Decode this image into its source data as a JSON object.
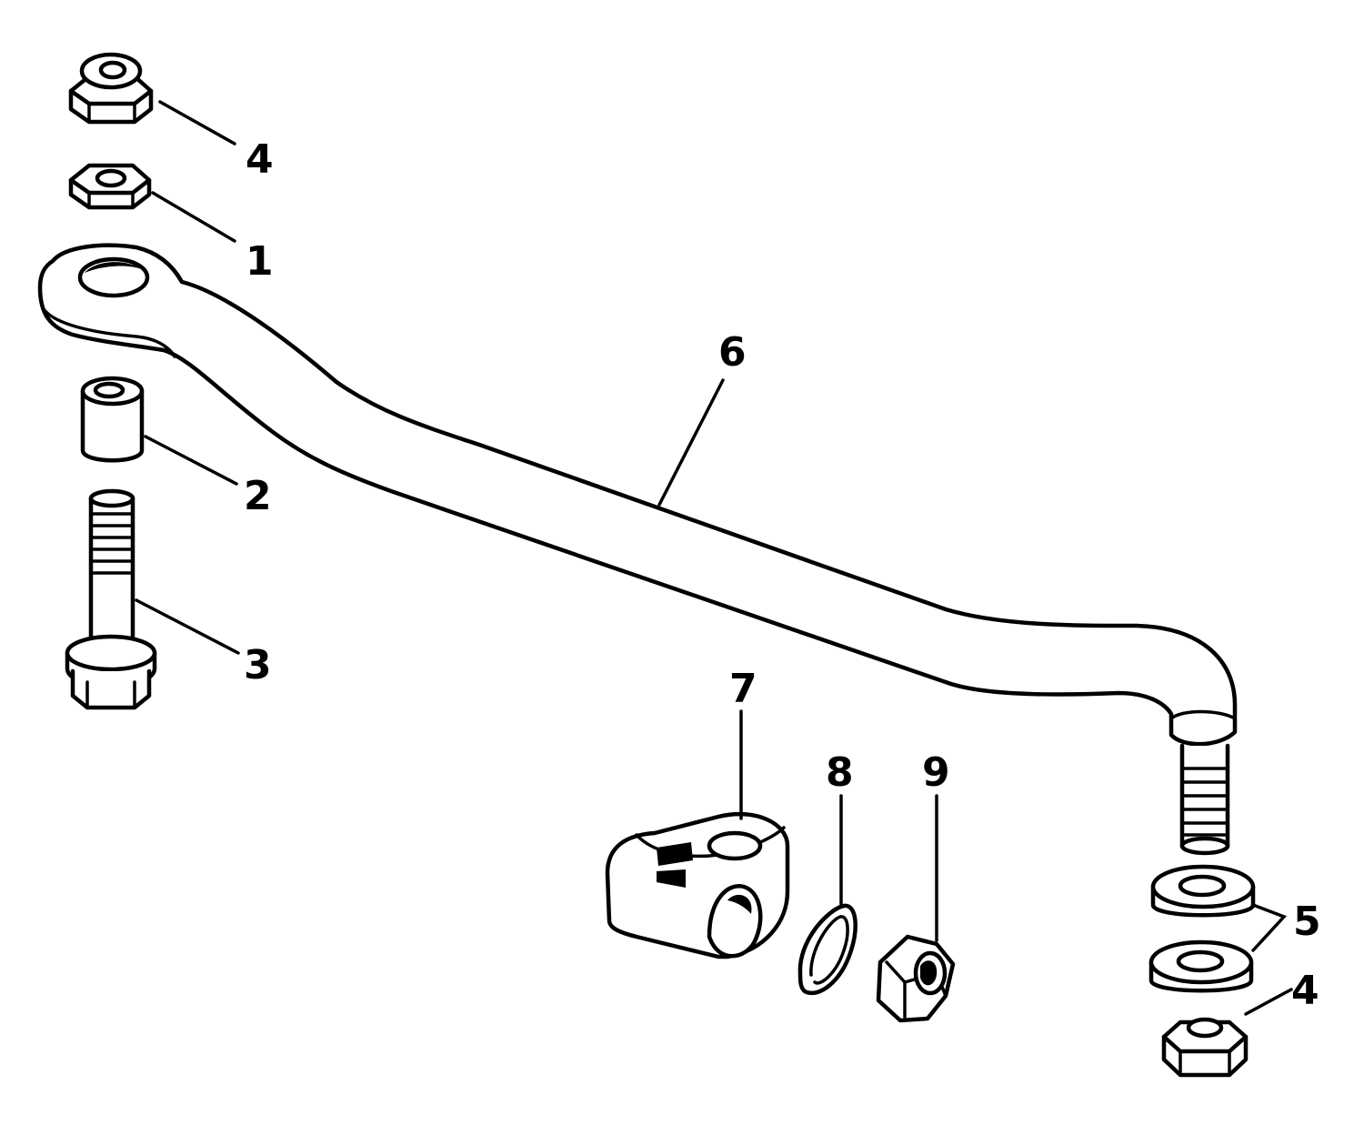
{
  "callouts": {
    "c4_top": "4",
    "c1": "1",
    "c6": "6",
    "c2": "2",
    "c3": "3",
    "c7": "7",
    "c8": "8",
    "c9": "9",
    "c5": "5",
    "c4_bottom": "4"
  },
  "parts": [
    {
      "number": "1",
      "name": "nut-plain"
    },
    {
      "number": "2",
      "name": "spacer-sleeve"
    },
    {
      "number": "3",
      "name": "flange-bolt"
    },
    {
      "number": "4",
      "name": "lock-nut"
    },
    {
      "number": "5",
      "name": "washers"
    },
    {
      "number": "6",
      "name": "steering-link-rod"
    },
    {
      "number": "7",
      "name": "clamp-block"
    },
    {
      "number": "8",
      "name": "flat-washer"
    },
    {
      "number": "9",
      "name": "hex-nut"
    }
  ]
}
